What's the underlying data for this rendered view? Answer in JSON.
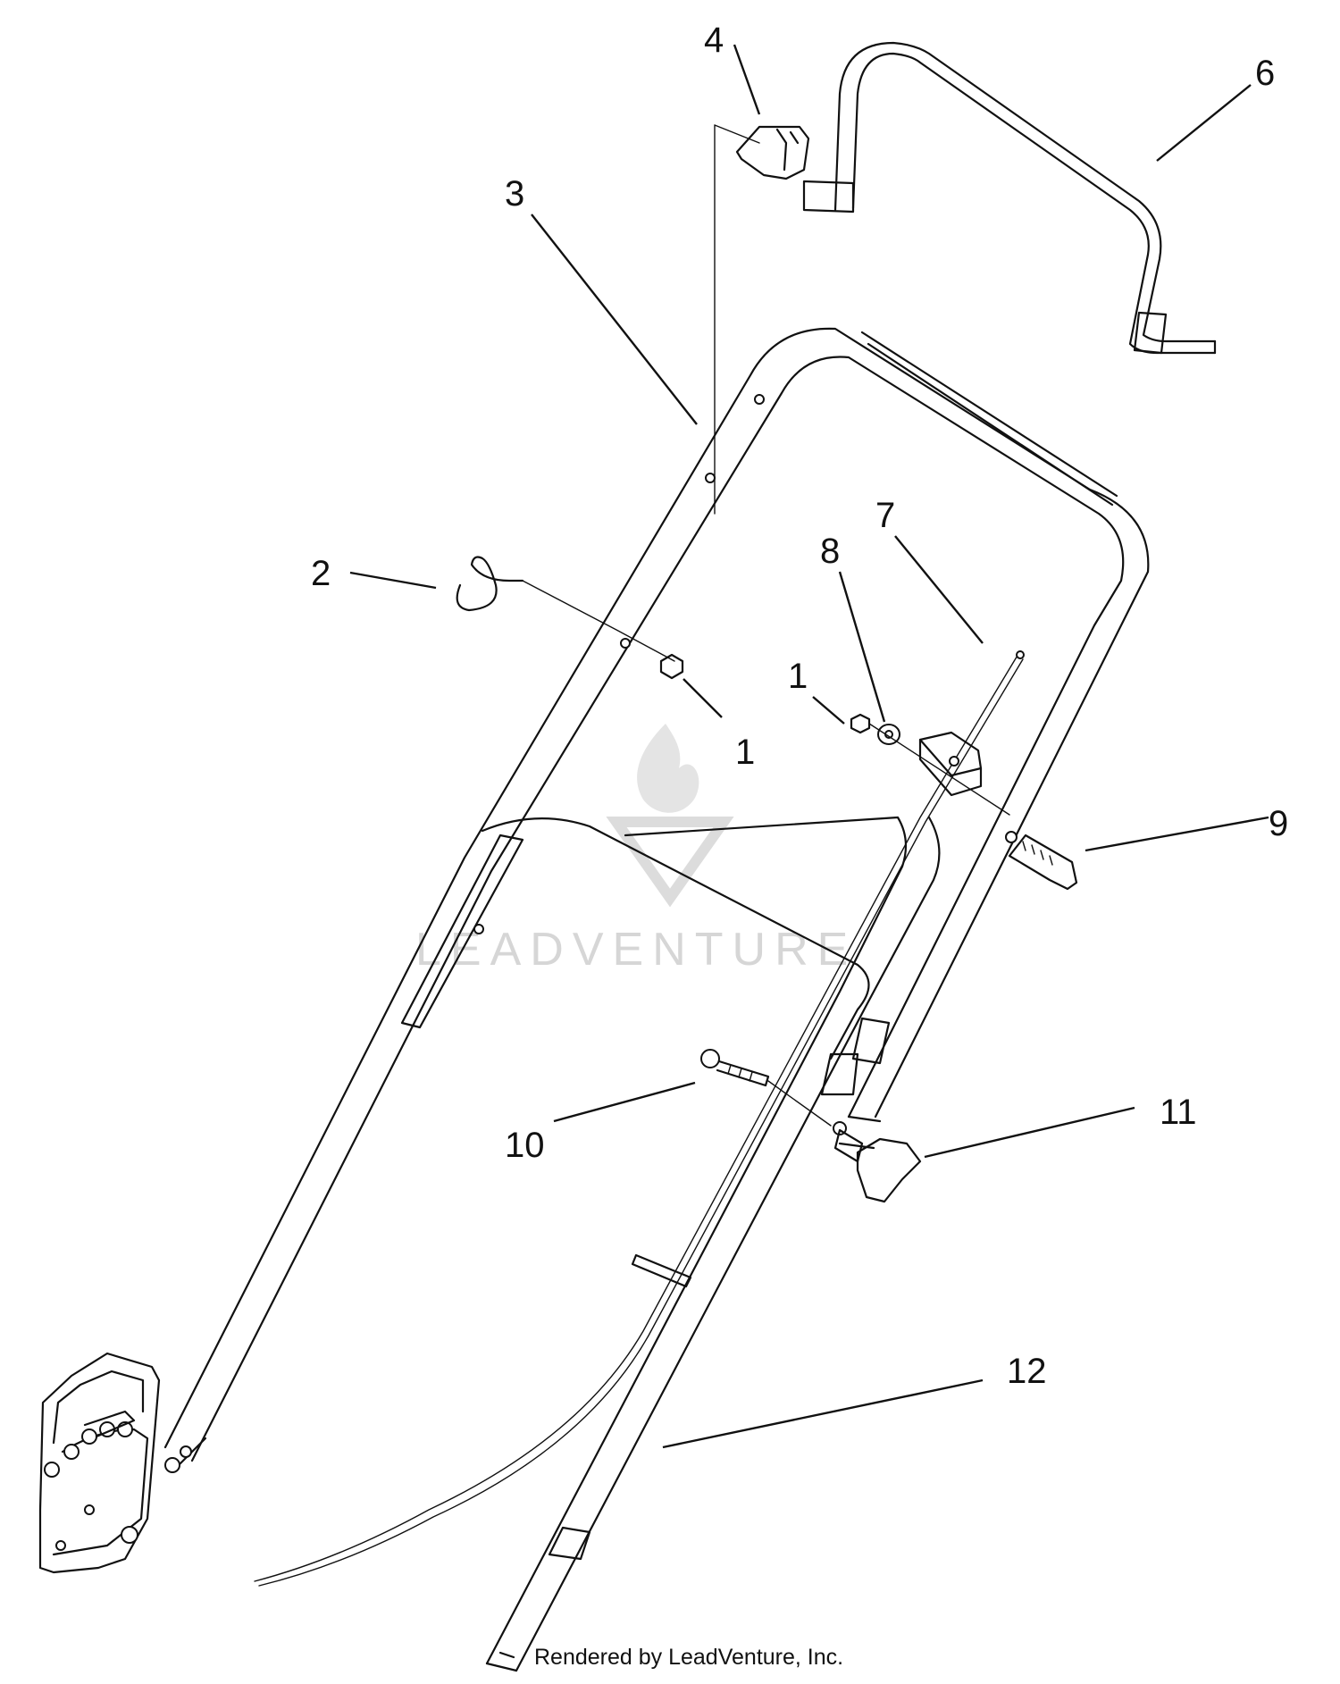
{
  "callouts": [
    {
      "id": "1a",
      "label": "1"
    },
    {
      "id": "1b",
      "label": "1"
    },
    {
      "id": "2",
      "label": "2"
    },
    {
      "id": "3",
      "label": "3"
    },
    {
      "id": "4",
      "label": "4"
    },
    {
      "id": "6",
      "label": "6"
    },
    {
      "id": "7",
      "label": "7"
    },
    {
      "id": "8",
      "label": "8"
    },
    {
      "id": "9",
      "label": "9"
    },
    {
      "id": "10",
      "label": "10"
    },
    {
      "id": "11",
      "label": "11"
    },
    {
      "id": "12",
      "label": "12"
    }
  ],
  "watermark": "LEADVENTURE",
  "credit": "Rendered by LeadVenture, Inc.",
  "colors": {
    "line": "#111111",
    "background": "#ffffff",
    "watermark": "#d6d6d6"
  }
}
